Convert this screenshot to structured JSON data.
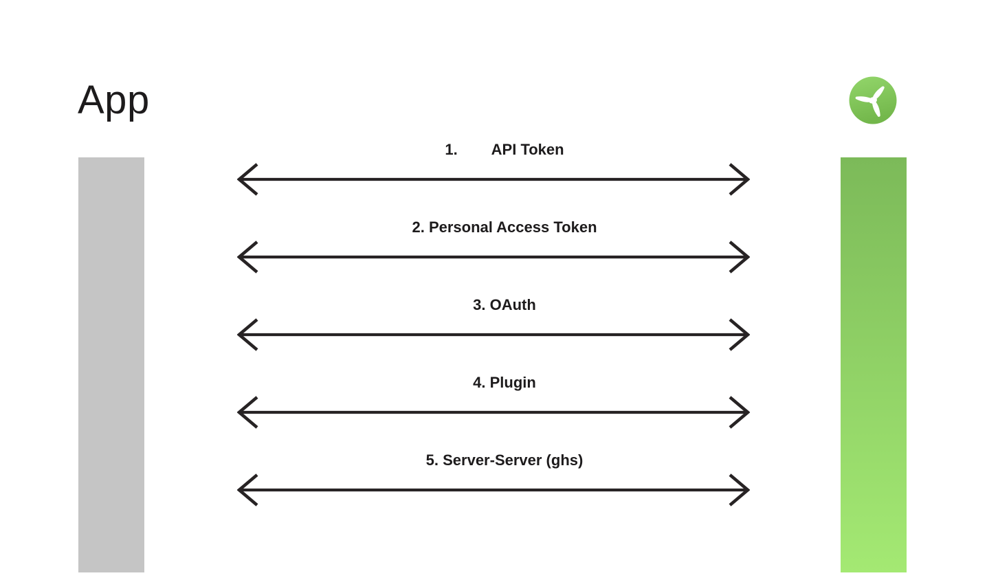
{
  "diagram": {
    "title": "App",
    "left_entity": {
      "label": "App",
      "bar": "gray-lifeline"
    },
    "right_entity": {
      "logo": "propeller-logo",
      "bar": "green-lifeline"
    },
    "connections": [
      {
        "label": "1.        API Token"
      },
      {
        "label": "2. Personal Access Token"
      },
      {
        "label": "3. OAuth"
      },
      {
        "label": "4. Plugin"
      },
      {
        "label": "5. Server-Server (ghs)"
      }
    ],
    "colors": {
      "background": "#ffffff",
      "text": "#1d1b1c",
      "arrow": "#272324",
      "left_bar": "#c5c5c5",
      "right_bar_top": "#7cba59",
      "right_bar_bottom": "#a4e973",
      "logo_green_top": "#93d66b",
      "logo_green_bottom": "#73b74b",
      "logo_blade": "#ffffff"
    }
  }
}
